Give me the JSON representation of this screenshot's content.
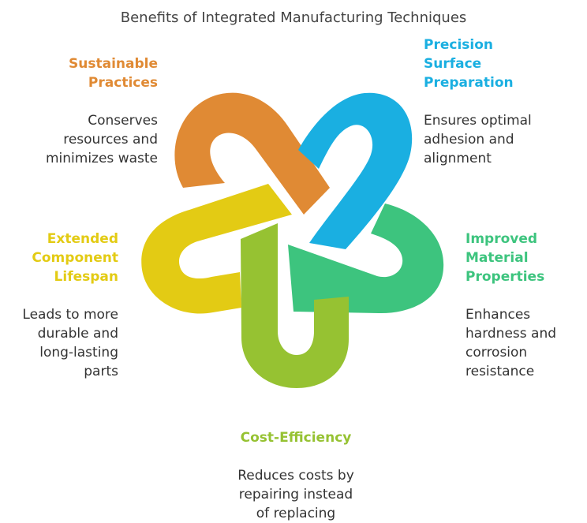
{
  "title": "Benefits of Integrated Manufacturing Techniques",
  "colors": {
    "orange": "#E08A34",
    "blue": "#1AAFE1",
    "green": "#3DC47E",
    "lime": "#96C232",
    "yellow": "#E3CB14"
  },
  "benefits": [
    {
      "heading": "Sustainable\nPractices",
      "description": "Conserves\nresources and\nminimizes waste"
    },
    {
      "heading": "Precision\nSurface\nPreparation",
      "description": "Ensures optimal\nadhesion and\nalignment"
    },
    {
      "heading": "Improved\nMaterial\nProperties",
      "description": "Enhances\nhardness and\ncorrosion\nresistance"
    },
    {
      "heading": "Cost-Efficiency",
      "description": "Reduces costs by\nrepairing instead\nof replacing"
    },
    {
      "heading": "Extended\nComponent\nLifespan",
      "description": "Leads to more\ndurable and\nlong-lasting\nparts"
    }
  ]
}
